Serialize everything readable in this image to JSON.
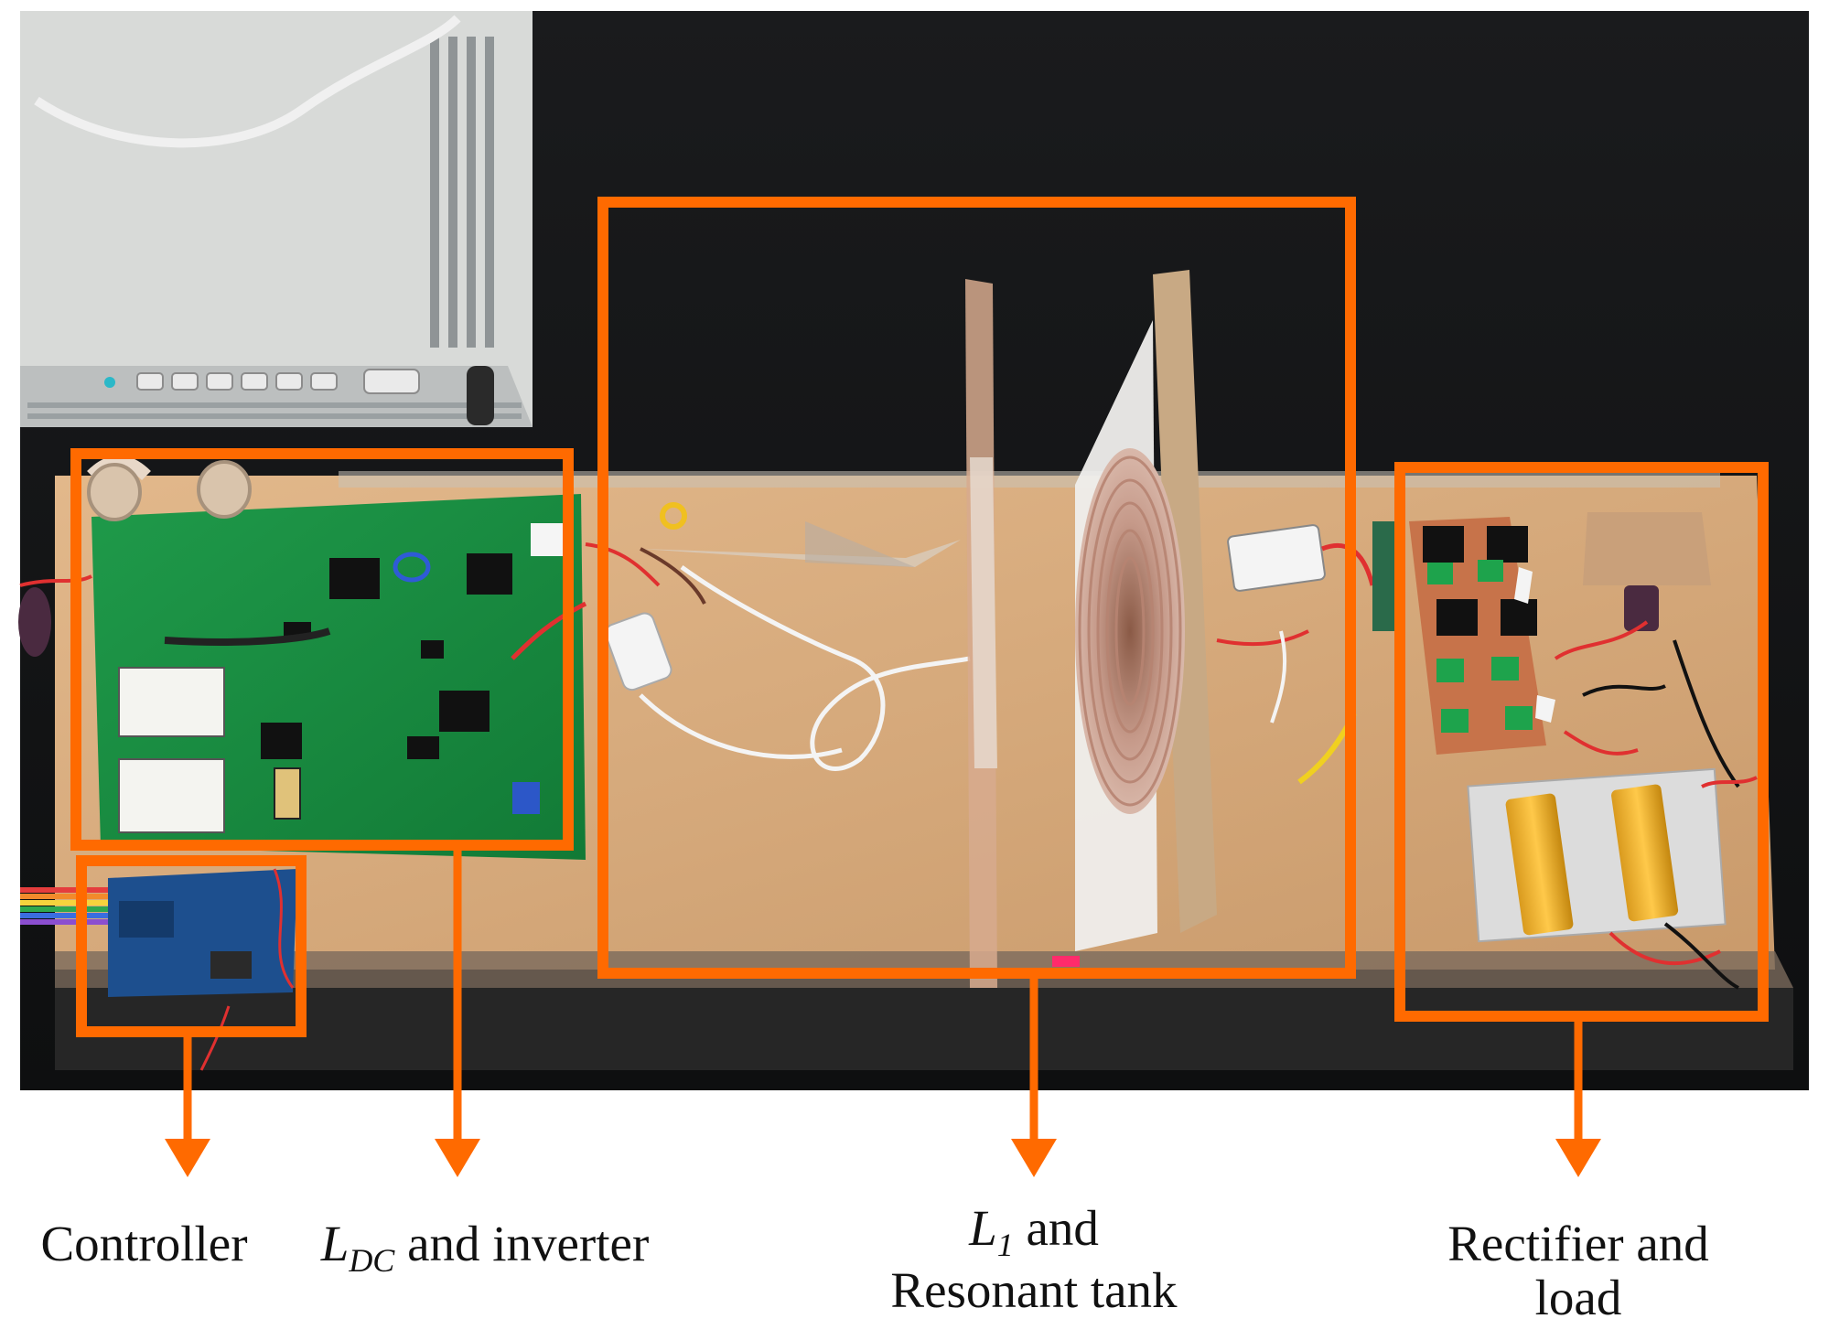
{
  "figure": {
    "accent_color": "#ff6a00",
    "photo_description_icons": [
      "power-supply",
      "pcb-board",
      "coil",
      "heatsink",
      "capacitor",
      "resistor"
    ],
    "callouts": [
      {
        "id": "controller",
        "text": "Controller"
      },
      {
        "id": "ldc",
        "symbol": "L",
        "subscript": "DC",
        "text": " and inverter"
      },
      {
        "id": "l1",
        "symbol": "L",
        "subscript": "1",
        "text": " and",
        "line2": "Resonant tank"
      },
      {
        "id": "rectifier",
        "line1": "Rectifier and",
        "line2": "load"
      }
    ]
  }
}
